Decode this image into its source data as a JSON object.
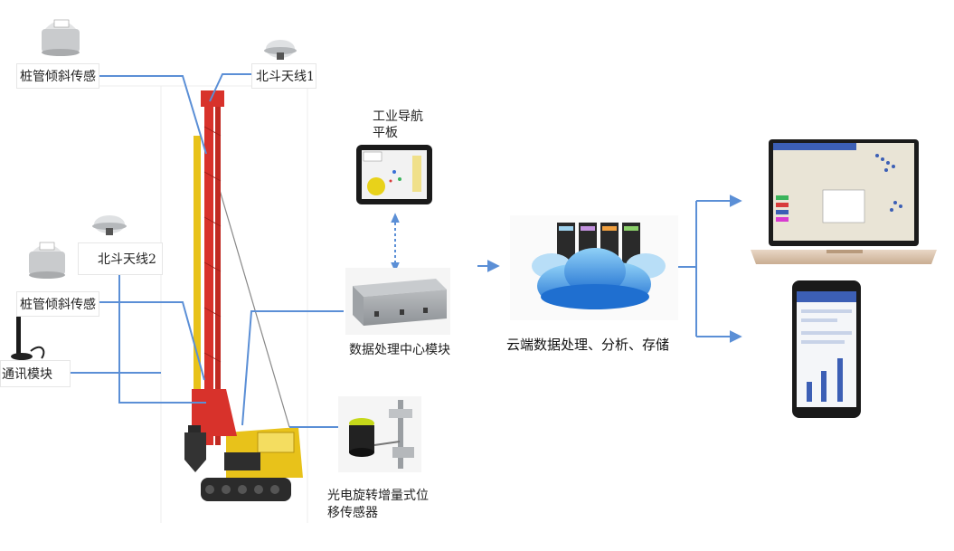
{
  "labels": {
    "pile_tilt_sensor_top": "桩管倾斜传感",
    "beidou_antenna_1": "北斗天线1",
    "beidou_antenna_2": "北斗天线2",
    "pile_tilt_sensor_mid": "桩管倾斜传感",
    "comm_module": "通讯模块",
    "tablet_line1": "工业导航",
    "tablet_line2": "平板",
    "data_center": "数据处理中心模块",
    "cloud": "云端数据处理、分析、存储",
    "encoder_line1": "光电旋转增量式位",
    "encoder_line2": "移传感器"
  },
  "colors": {
    "connector": "#5b8fd6",
    "rig_red": "#d8322b",
    "rig_yellow": "#e8c21a",
    "cloud_blue": "#3f8fe0"
  },
  "icons": [
    "tilt-sensor-icon",
    "gnss-antenna-icon",
    "comm-antenna-icon",
    "tablet-icon",
    "control-box-icon",
    "cloud-server-icon",
    "laptop-icon",
    "phone-icon",
    "encoder-icon"
  ]
}
